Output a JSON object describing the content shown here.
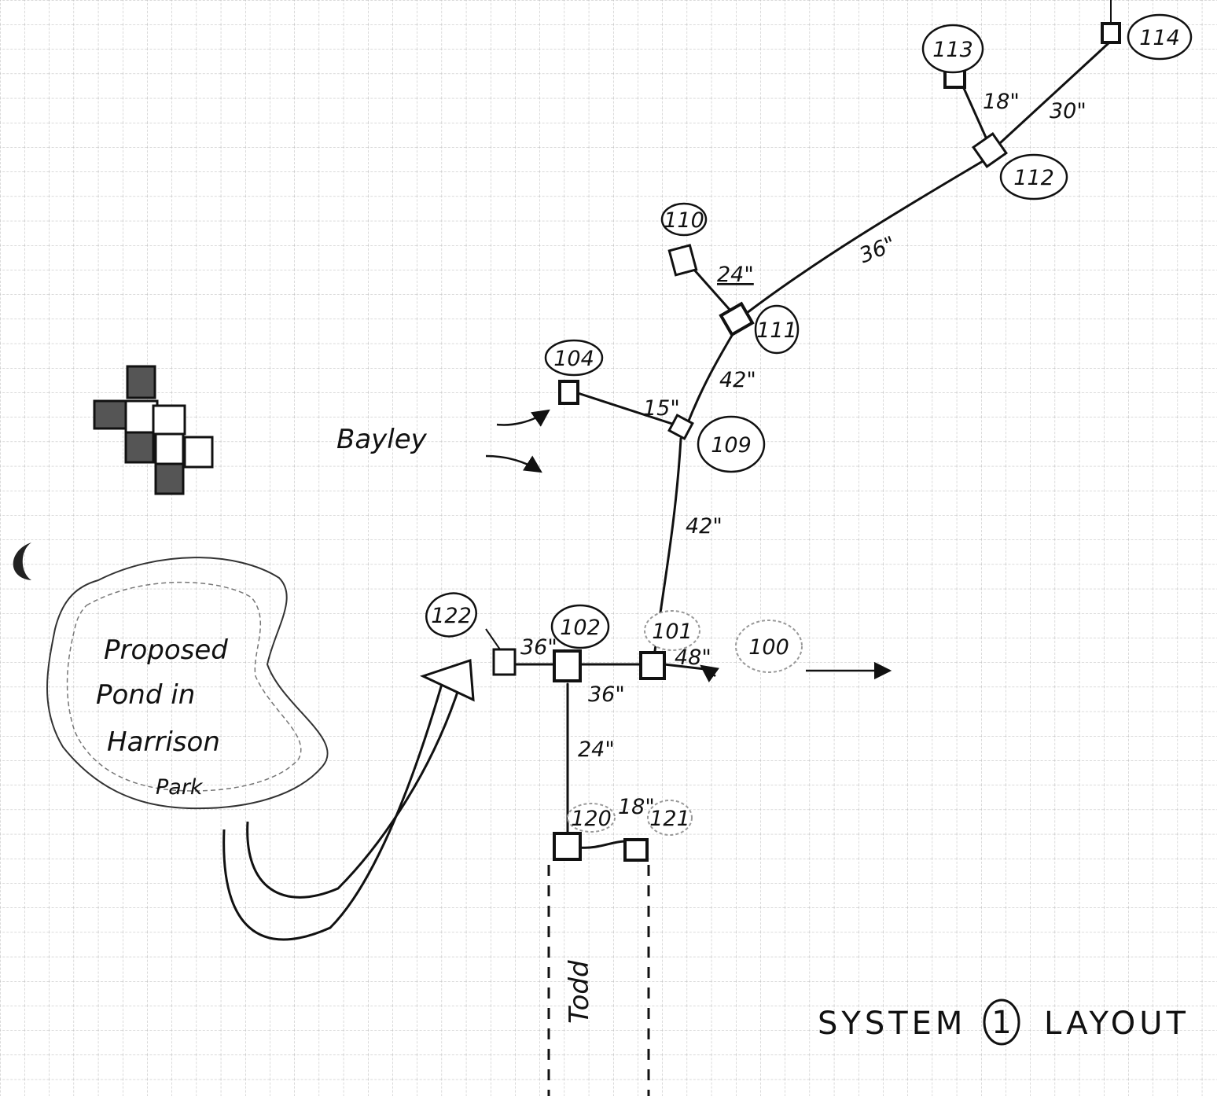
{
  "colors": {
    "paper": "#ffffff",
    "grid": "#b5b5b5",
    "ink": "#111111"
  },
  "structures": [
    {
      "id": "s100",
      "label": "100"
    },
    {
      "id": "s101",
      "label": "101"
    },
    {
      "id": "s102",
      "label": "102"
    },
    {
      "id": "s104",
      "label": "104"
    },
    {
      "id": "s109",
      "label": "109"
    },
    {
      "id": "s110",
      "label": "110"
    },
    {
      "id": "s111",
      "label": "111"
    },
    {
      "id": "s112",
      "label": "112"
    },
    {
      "id": "s113",
      "label": "113"
    },
    {
      "id": "s114",
      "label": "114"
    },
    {
      "id": "s120",
      "label": "120"
    },
    {
      "id": "s121",
      "label": "121"
    },
    {
      "id": "s122",
      "label": "122"
    }
  ],
  "pipes": [
    {
      "from": "102",
      "to": "122",
      "size": "36\""
    },
    {
      "from": "102",
      "to": "101",
      "size": "36\""
    },
    {
      "from": "100",
      "to": "101",
      "size": "48\""
    },
    {
      "from": "101",
      "to": "109",
      "size": "42\""
    },
    {
      "from": "104",
      "to": "109",
      "size": "15\""
    },
    {
      "from": "109",
      "to": "111",
      "size": "42\""
    },
    {
      "from": "110",
      "to": "111",
      "size": "24\""
    },
    {
      "from": "111",
      "to": "112",
      "size": "36\""
    },
    {
      "from": "112",
      "to": "113",
      "size": "18\""
    },
    {
      "from": "112",
      "to": "114",
      "size": "30\""
    },
    {
      "from": "102",
      "to": "120",
      "size": "24\""
    },
    {
      "from": "120",
      "to": "121",
      "size": "18\""
    }
  ],
  "notes": {
    "street": "Bayley",
    "road": "Todd",
    "pond": [
      "Proposed",
      "Pond in",
      "Harrison",
      "Park"
    ]
  },
  "title": {
    "prefix": "SYSTEM",
    "number": "1",
    "suffix": "LAYOUT"
  }
}
